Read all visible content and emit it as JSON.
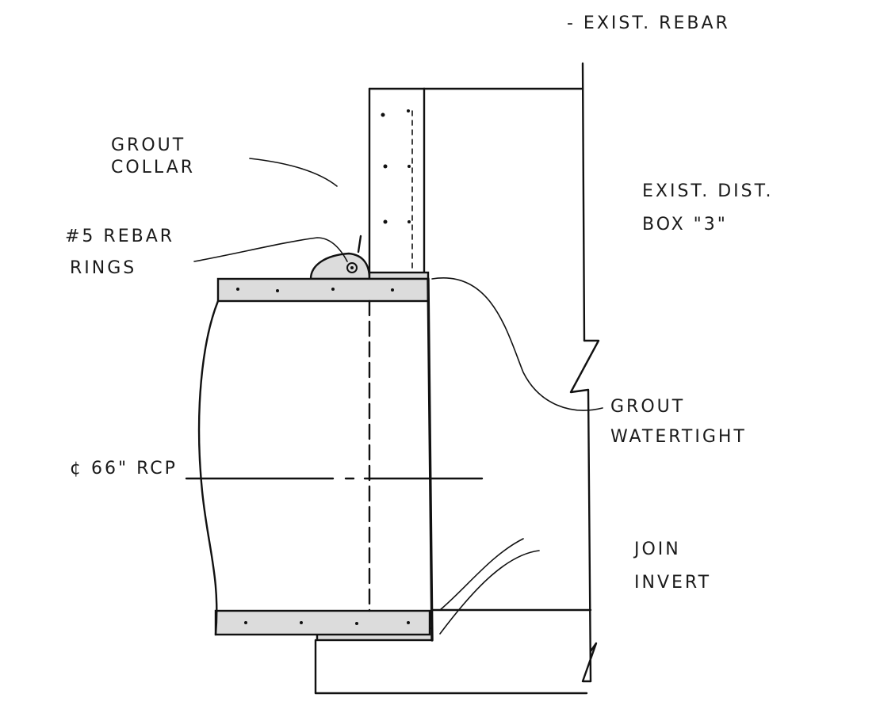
{
  "labels": {
    "exist_rebar": "- EXIST. REBAR",
    "grout_collar_line1": "GROUT",
    "grout_collar_line2": "COLLAR",
    "rebar_rings_line1": "#5 REBAR",
    "rebar_rings_line2": "RINGS",
    "exist_dist_box_line1": "EXIST. DIST.",
    "exist_dist_box_line2": "BOX \"3\"",
    "grout_watertight_line1": "GROUT",
    "grout_watertight_line2": "WATERTIGHT",
    "centerline_rcp": "¢ 66\" RCP",
    "join_invert_line1": "JOIN",
    "join_invert_line2": "INVERT"
  }
}
